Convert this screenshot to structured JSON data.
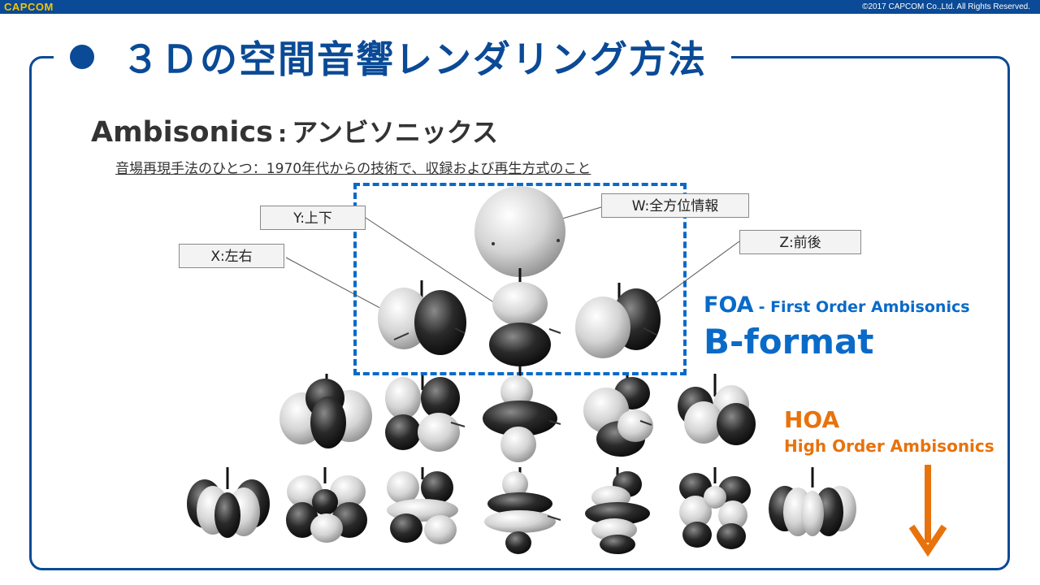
{
  "header": {
    "logo": "CAPCOM",
    "copyright": "©2017 CAPCOM Co.,Ltd. All Rights Reserved."
  },
  "slide": {
    "title": "３Ｄの空間音響レンダリング方法",
    "subtitle_en": "Ambisonics",
    "subtitle_sep": ":",
    "subtitle_jp": "アンビソニックス",
    "description": "音場再現手法のひとつ：1970年代からの技術で、収録および再生方式のこと"
  },
  "labels": {
    "w": "W:全方位情報",
    "y": "Y:上下",
    "x": "X:左右",
    "z": "Z:前後"
  },
  "foa": {
    "title": "FOA",
    "subtitle": "- First Order Ambisonics",
    "bformat": "B-format"
  },
  "hoa": {
    "title": "HOA",
    "subtitle": "High Order Ambisonics"
  },
  "colors": {
    "brand_blue": "#0a4a96",
    "foa_blue": "#0a6ac8",
    "hoa_orange": "#e8720c",
    "logo_yellow": "#f5c400"
  }
}
